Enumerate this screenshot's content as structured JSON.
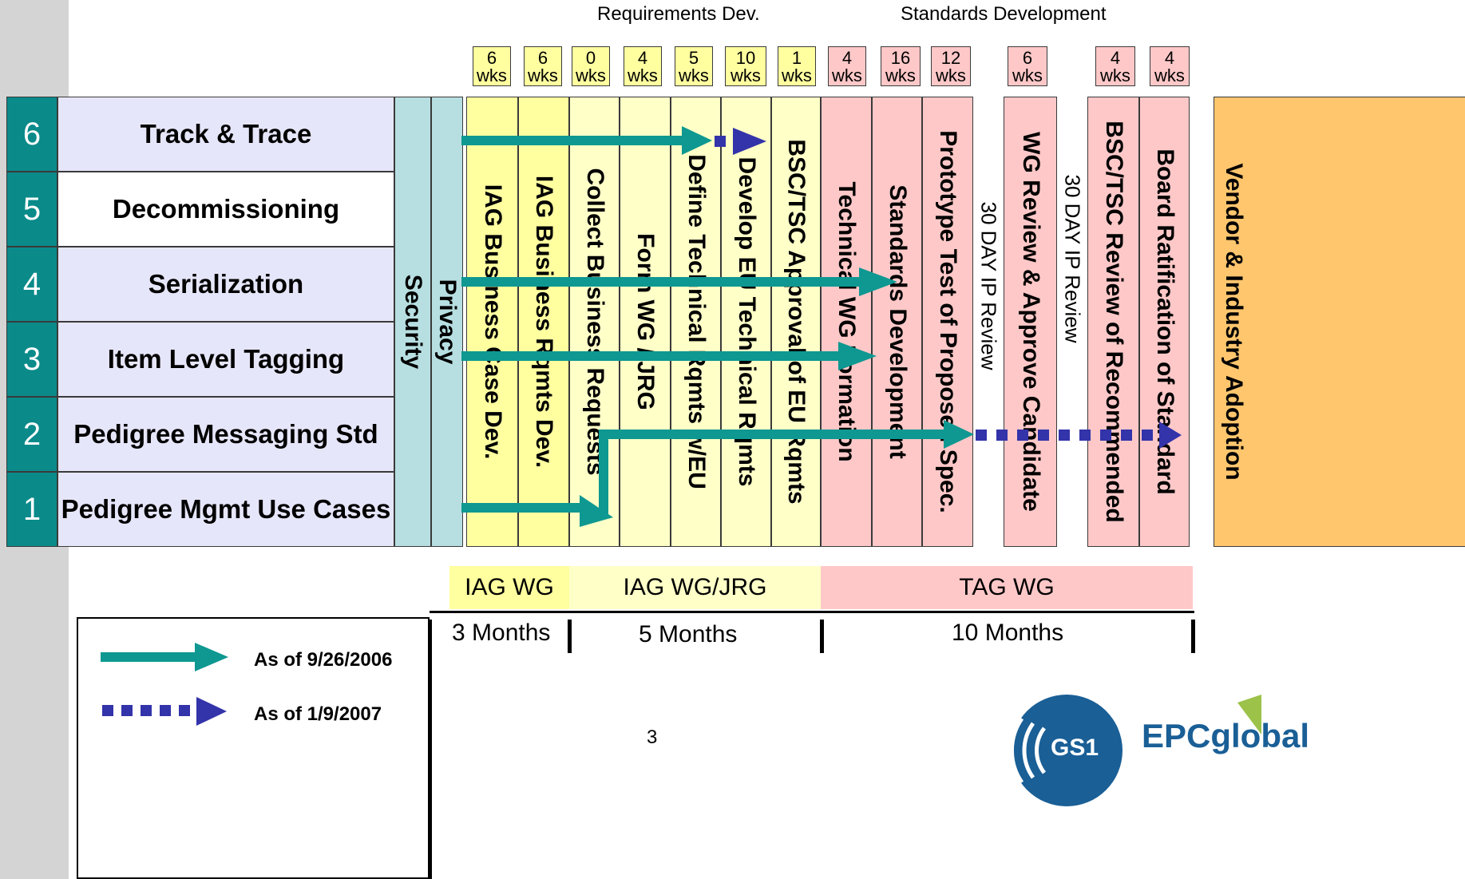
{
  "headers": {
    "requirements": "Requirements Dev.",
    "standards": "Standards Development"
  },
  "weeks": [
    {
      "num": "6",
      "unit": "wks"
    },
    {
      "num": "6",
      "unit": "wks"
    },
    {
      "num": "0",
      "unit": "wks"
    },
    {
      "num": "4",
      "unit": "wks"
    },
    {
      "num": "5",
      "unit": "wks"
    },
    {
      "num": "10",
      "unit": "wks"
    },
    {
      "num": "1",
      "unit": "wks"
    },
    {
      "num": "4",
      "unit": "wks"
    },
    {
      "num": "16",
      "unit": "wks"
    },
    {
      "num": "12",
      "unit": "wks"
    },
    {
      "num": "6",
      "unit": "wks"
    },
    {
      "num": "4",
      "unit": "wks"
    },
    {
      "num": "4",
      "unit": "wks"
    }
  ],
  "rows": [
    {
      "num": "6",
      "label": "Track & Trace"
    },
    {
      "num": "5",
      "label": "Decommissioning"
    },
    {
      "num": "4",
      "label": "Serialization"
    },
    {
      "num": "3",
      "label": "Item Level Tagging"
    },
    {
      "num": "2",
      "label": "Pedigree Messaging Std"
    },
    {
      "num": "1",
      "label": "Pedigree Mgmt Use Cases"
    }
  ],
  "side_columns": {
    "security": "Security",
    "privacy": "Privacy"
  },
  "phases": [
    "IAG Business Case Dev.",
    "IAG Business Rqmts Dev.",
    "Collect Business Requests",
    "Form WG / JRG",
    "Define Technical Rqmts w/EU",
    "Develop EU Technical Rqmts",
    "BSC/TSC Approval of EU Rqmts",
    "Technical WG Formation",
    "Standards Development",
    "Prototype Test of Proposed Spec.",
    "30 DAY IP Review",
    "WG Review & Approve Candidate",
    "30 DAY IP Review",
    "BSC/TSC Review of Recommended",
    "Board Ratification of Standard",
    "Vendor & Industry Adoption"
  ],
  "bands": {
    "iag_wg": "IAG WG",
    "iag_wg_jrg": "IAG WG/JRG",
    "tag_wg": "TAG WG"
  },
  "durations": {
    "d1": "3 Months",
    "d2": "5 Months",
    "d3": "10 Months"
  },
  "legend": {
    "solid": "As of 9/26/2006",
    "dashed": "As of 1/9/2007"
  },
  "page_number": "3",
  "logo": {
    "gs1": "GS1",
    "brand": "EPCglobal"
  },
  "colors": {
    "teal": "#0b8a8a",
    "arrow_teal": "#0e9891",
    "arrow_navy": "#3333aa",
    "lavender": "#e6e6fa",
    "light_blue": "#b7dfe1",
    "yellow": "#ffffa0",
    "pale_yellow": "#ffffc8",
    "pink": "#ffc8c8",
    "orange": "#ffc66e"
  }
}
